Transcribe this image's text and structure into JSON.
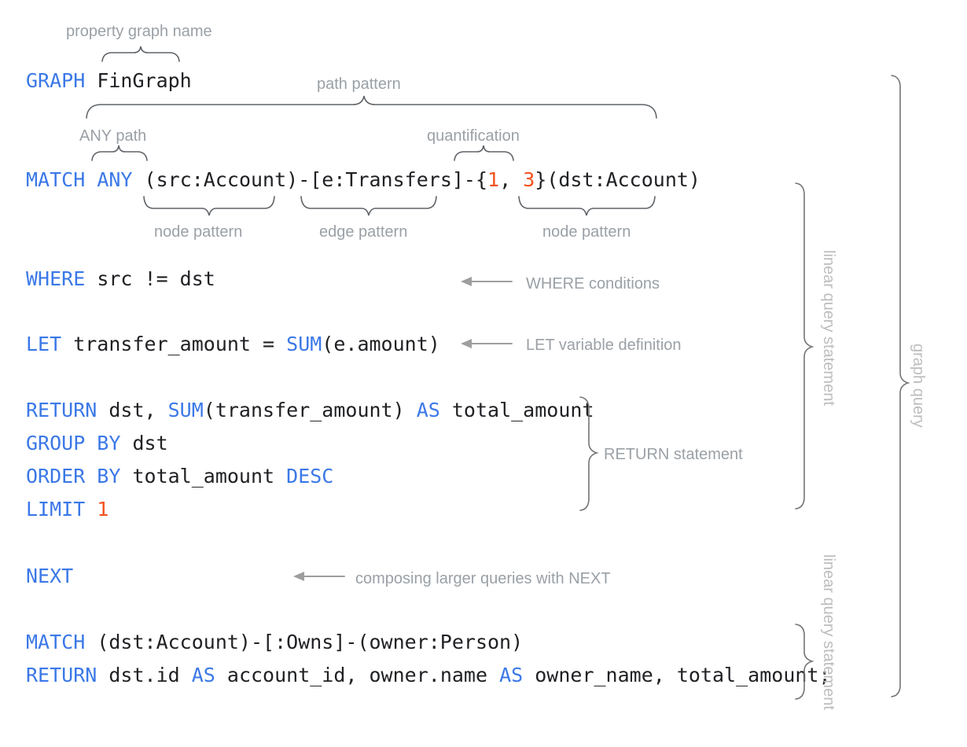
{
  "meta": {
    "title": "GQL graph query annotated diagram",
    "colors": {
      "keyword": "#3b78e7",
      "number": "#f4511e",
      "identifier": "#202124",
      "annotation": "#9aa0a6",
      "brace": "#5f6368",
      "background": "#ffffff"
    }
  },
  "code": {
    "line_graph": {
      "kw": "GRAPH",
      "rest": " FinGraph"
    },
    "line_match": {
      "kw1": "MATCH",
      "sp1": " ",
      "kw2": "ANY",
      "node_src": " (src:Account)-[e:Transfers]-{",
      "q_min": "1",
      "q_sep": ", ",
      "q_max": "3",
      "node_dst": "}(dst:Account)"
    },
    "line_where": {
      "kw": "WHERE",
      "rest": " src != dst"
    },
    "line_let": {
      "kw": "LET",
      "mid": " transfer_amount = ",
      "fn": "SUM",
      "rest": "(e.amount)"
    },
    "line_return": {
      "kw": "RETURN",
      "mid": " dst, ",
      "fn": "SUM",
      "mid2": "(transfer_amount) ",
      "kw2": "AS",
      "rest": " total_amount"
    },
    "line_group": {
      "kw": "GROUP BY",
      "rest": " dst"
    },
    "line_order": {
      "kw": "ORDER BY",
      "mid": " total_amount ",
      "kw2": "DESC"
    },
    "line_limit": {
      "kw": "LIMIT",
      "sp": " ",
      "num": "1"
    },
    "line_next": {
      "kw": "NEXT"
    },
    "line_match2": {
      "kw": "MATCH",
      "rest": " (dst:Account)-[:Owns]-(owner:Person)"
    },
    "line_return2": {
      "kw": "RETURN",
      "mid": " dst.id ",
      "kw2": "AS",
      "mid2": " account_id, owner.name ",
      "kw3": "AS",
      "rest": " owner_name, total_amount;"
    }
  },
  "annotations": {
    "property_graph_name": "property graph name",
    "path_pattern": "path pattern",
    "any_path": "ANY path",
    "quantification": "quantification",
    "node_pattern_left": "node pattern",
    "edge_pattern": "edge pattern",
    "node_pattern_right": "node pattern",
    "where_conditions": "WHERE conditions",
    "let_variable_definition": "LET variable definition",
    "return_statement": "RETURN statement",
    "composing_next": "composing larger queries with NEXT",
    "linear_query_statement_1": "linear query statement",
    "linear_query_statement_2": "linear query statement",
    "graph_query": "graph query"
  }
}
